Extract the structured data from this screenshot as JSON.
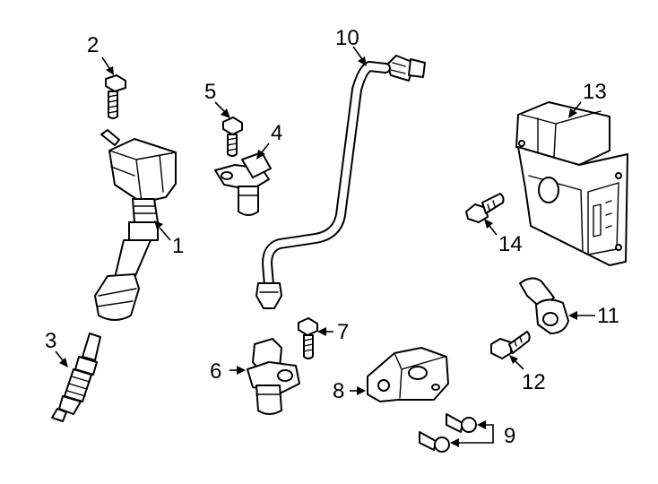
{
  "diagram": {
    "callouts": [
      "1",
      "2",
      "3",
      "4",
      "5",
      "6",
      "7",
      "8",
      "9",
      "10",
      "11",
      "12",
      "13",
      "14"
    ],
    "colors": {
      "line": "#000000",
      "background": "#ffffff"
    }
  }
}
